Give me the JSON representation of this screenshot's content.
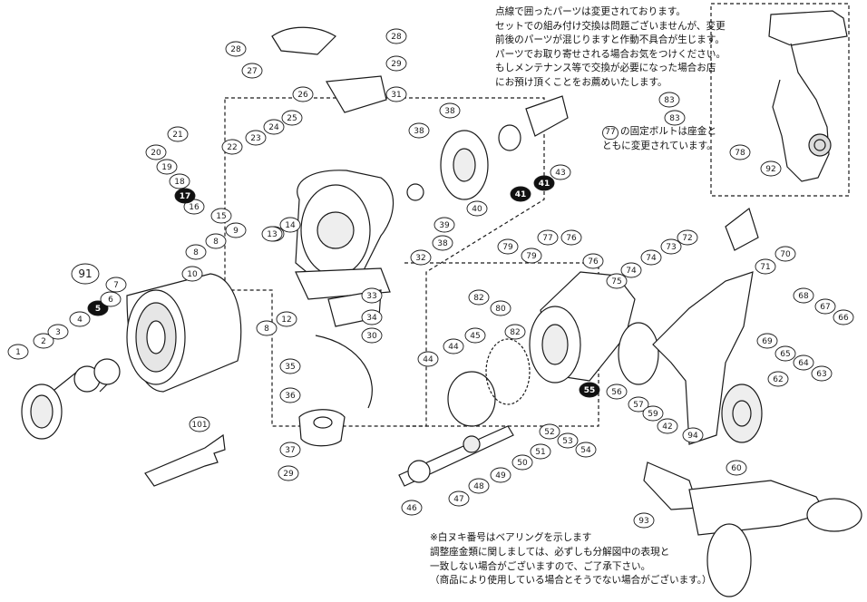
{
  "diagram": {
    "notes": {
      "top_lines": [
        "点線で囲ったパーツは変更されております。",
        "セットでの組み付け交換は問題ございませんが、変更",
        "前後のパーツが混じりますと作動不具合が生じます。",
        "パーツでお取り寄せされる場合お気をつけください。",
        "もしメンテナンス等で交換が必要になった場合お店",
        "にお預け頂くことをお薦めいたします。"
      ],
      "bolt_ref": "77",
      "bolt_line1": "の固定ボルトは座金と",
      "bolt_line2": "ともに変更されています。",
      "bottom_lines": [
        "※白ヌキ番号はベアリングを示します",
        "調整座金類に関しましては、必ずしも分解図中の表現と",
        "一致しない場合がございますので、ご了承下さい。",
        "（商品により使用している場合とそうでない場合がございます。）"
      ]
    },
    "callouts": [
      {
        "label": "1",
        "filled": false
      },
      {
        "label": "2",
        "filled": false
      },
      {
        "label": "3",
        "filled": false
      },
      {
        "label": "4",
        "filled": false
      },
      {
        "label": "5",
        "filled": true
      },
      {
        "label": "6",
        "filled": false
      },
      {
        "label": "7",
        "filled": false
      },
      {
        "label": "8",
        "filled": false
      },
      {
        "label": "8",
        "filled": false
      },
      {
        "label": "8",
        "filled": false
      },
      {
        "label": "9",
        "filled": false
      },
      {
        "label": "10",
        "filled": false
      },
      {
        "label": "11",
        "filled": false
      },
      {
        "label": "12",
        "filled": false
      },
      {
        "label": "13",
        "filled": false
      },
      {
        "label": "14",
        "filled": false
      },
      {
        "label": "15",
        "filled": false
      },
      {
        "label": "16",
        "filled": false
      },
      {
        "label": "17",
        "filled": true
      },
      {
        "label": "18",
        "filled": false
      },
      {
        "label": "19",
        "filled": false
      },
      {
        "label": "20",
        "filled": false
      },
      {
        "label": "21",
        "filled": false
      },
      {
        "label": "22",
        "filled": false
      },
      {
        "label": "23",
        "filled": false
      },
      {
        "label": "24",
        "filled": false
      },
      {
        "label": "25",
        "filled": false
      },
      {
        "label": "26",
        "filled": false
      },
      {
        "label": "27",
        "filled": false
      },
      {
        "label": "28",
        "filled": false
      },
      {
        "label": "28",
        "filled": false
      },
      {
        "label": "29",
        "filled": false
      },
      {
        "label": "29",
        "filled": false
      },
      {
        "label": "30",
        "filled": false
      },
      {
        "label": "31",
        "filled": false
      },
      {
        "label": "32",
        "filled": false
      },
      {
        "label": "33",
        "filled": false
      },
      {
        "label": "34",
        "filled": false
      },
      {
        "label": "35",
        "filled": false
      },
      {
        "label": "36",
        "filled": false
      },
      {
        "label": "37",
        "filled": false
      },
      {
        "label": "38",
        "filled": false
      },
      {
        "label": "38",
        "filled": false
      },
      {
        "label": "38",
        "filled": false
      },
      {
        "label": "39",
        "filled": false
      },
      {
        "label": "40",
        "filled": false
      },
      {
        "label": "41",
        "filled": true
      },
      {
        "label": "41",
        "filled": true
      },
      {
        "label": "42",
        "filled": false
      },
      {
        "label": "43",
        "filled": false
      },
      {
        "label": "44",
        "filled": false
      },
      {
        "label": "44",
        "filled": false
      },
      {
        "label": "45",
        "filled": false
      },
      {
        "label": "46",
        "filled": false
      },
      {
        "label": "47",
        "filled": false
      },
      {
        "label": "48",
        "filled": false
      },
      {
        "label": "49",
        "filled": false
      },
      {
        "label": "50",
        "filled": false
      },
      {
        "label": "51",
        "filled": false
      },
      {
        "label": "52",
        "filled": false
      },
      {
        "label": "53",
        "filled": false
      },
      {
        "label": "54",
        "filled": false
      },
      {
        "label": "55",
        "filled": true
      },
      {
        "label": "56",
        "filled": false
      },
      {
        "label": "57",
        "filled": false
      },
      {
        "label": "59",
        "filled": false
      },
      {
        "label": "60",
        "filled": false
      },
      {
        "label": "62",
        "filled": false
      },
      {
        "label": "63",
        "filled": false
      },
      {
        "label": "64",
        "filled": false
      },
      {
        "label": "65",
        "filled": false
      },
      {
        "label": "66",
        "filled": false
      },
      {
        "label": "67",
        "filled": false
      },
      {
        "label": "68",
        "filled": false
      },
      {
        "label": "69",
        "filled": false
      },
      {
        "label": "70",
        "filled": false
      },
      {
        "label": "71",
        "filled": false
      },
      {
        "label": "72",
        "filled": false
      },
      {
        "label": "73",
        "filled": false
      },
      {
        "label": "74",
        "filled": false
      },
      {
        "label": "74",
        "filled": false
      },
      {
        "label": "75",
        "filled": false
      },
      {
        "label": "76",
        "filled": false
      },
      {
        "label": "76",
        "filled": false
      },
      {
        "label": "77",
        "filled": false
      },
      {
        "label": "78",
        "filled": false
      },
      {
        "label": "79",
        "filled": false
      },
      {
        "label": "79",
        "filled": false
      },
      {
        "label": "80",
        "filled": false
      },
      {
        "label": "82",
        "filled": false
      },
      {
        "label": "82",
        "filled": false
      },
      {
        "label": "83",
        "filled": false
      },
      {
        "label": "83",
        "filled": false
      },
      {
        "label": "91",
        "filled": false
      },
      {
        "label": "92",
        "filled": false
      },
      {
        "label": "93",
        "filled": false
      },
      {
        "label": "94",
        "filled": false
      },
      {
        "label": "101",
        "filled": false
      }
    ],
    "colors": {
      "ink": "#1a1a1a",
      "fill": "#ffffff",
      "shade": "#bdbdbd",
      "dark": "#111111"
    }
  }
}
